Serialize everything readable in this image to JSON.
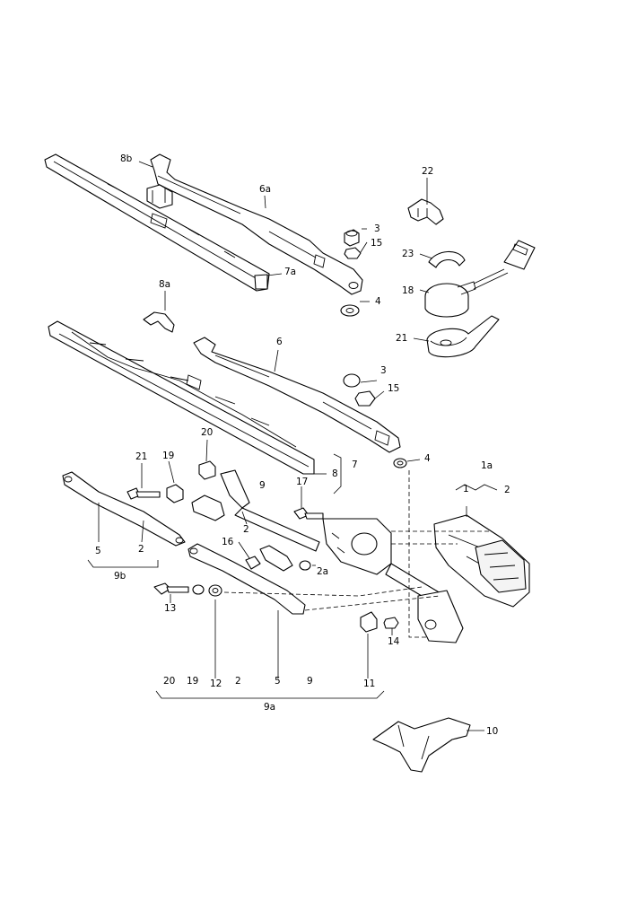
{
  "labels": {
    "l_8b": "8b",
    "l_6a": "6a",
    "l_22": "22",
    "l_3_top": "3",
    "l_15_top": "15",
    "l_23": "23",
    "l_7a": "7a",
    "l_18": "18",
    "l_4_top": "4",
    "l_8a": "8a",
    "l_21_right": "21",
    "l_6": "6",
    "l_3_mid": "3",
    "l_15_mid": "15",
    "l_20_top": "20",
    "l_4_mid": "4",
    "l_21_left": "21",
    "l_19_top": "19",
    "l_1a": "1a",
    "l_9_top": "9",
    "l_8": "8",
    "l_7": "7",
    "l_17": "17",
    "l_1": "1",
    "l_2_right": "2",
    "l_2_top": "2",
    "l_5_left": "5",
    "l_2_left": "2",
    "l_16": "16",
    "l_2a": "2a",
    "l_9b": "9b",
    "l_13": "13",
    "l_14": "14",
    "l_20_bottom": "20",
    "l_19_bottom": "19",
    "l_12": "12",
    "l_2_bottom": "2",
    "l_5_bottom": "5",
    "l_9_bottom": "9",
    "l_11": "11",
    "l_9a": "9a",
    "l_10": "10"
  }
}
